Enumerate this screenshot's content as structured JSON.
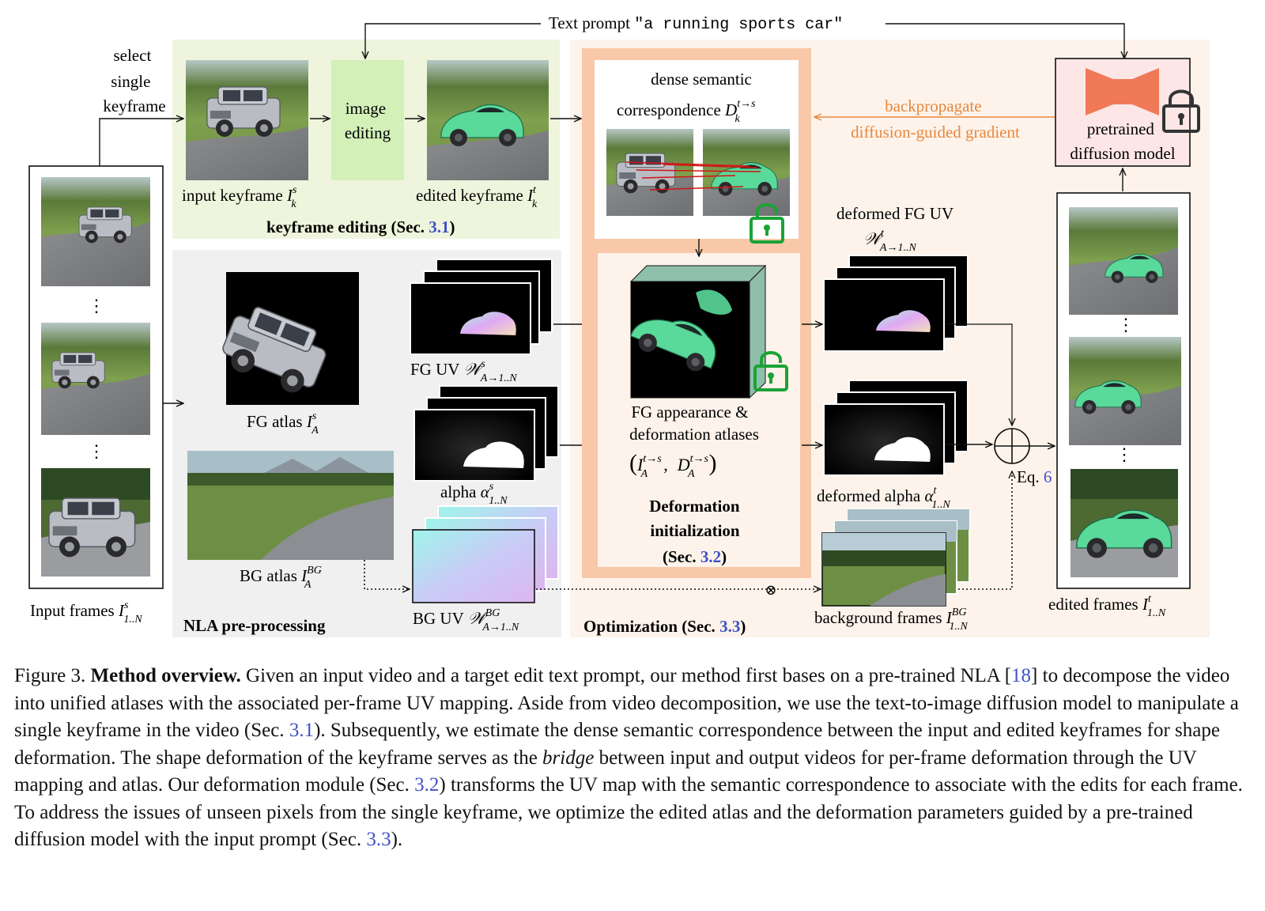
{
  "figure": {
    "top_prompt": {
      "prefix": "Text prompt ",
      "quote": "\"a running sports car\""
    },
    "select_keyframe": [
      "select",
      "single",
      "keyframe"
    ],
    "input_keyframe": {
      "text": "input keyframe ",
      "math": "I",
      "sup": "s",
      "sub": "k"
    },
    "image_editing": [
      "image",
      "editing"
    ],
    "edited_keyframe": {
      "text": "edited keyframe ",
      "math": "I",
      "sup": "t",
      "sub": "k"
    },
    "keyframe_editing": {
      "text": "keyframe editing (Sec. ",
      "ref": "3.1",
      "close": ")"
    },
    "input_frames": {
      "text": "Input frames ",
      "math": "I",
      "sup": "s",
      "sub": "1..N"
    },
    "ellipsis": "⋮",
    "fg_atlas": {
      "text": "FG atlas ",
      "math": "I",
      "sup": "s",
      "sub": "A"
    },
    "bg_atlas": {
      "text": "BG atlas ",
      "math": "I",
      "sup": "BG",
      "sub": "A"
    },
    "fg_uv": {
      "text": "FG UV ",
      "math": "𝒲",
      "sup": "s",
      "sub": "A→1..N"
    },
    "alpha": {
      "text": "alpha ",
      "math": "α",
      "sup": "s",
      "sub": "1..N"
    },
    "bg_uv": {
      "text": "BG UV ",
      "math": "𝒲",
      "sup": "BG",
      "sub": "A→1..N"
    },
    "nla_preprocessing": "NLA pre-processing",
    "dense_corr": {
      "line1": "dense semantic",
      "line2": "correspondence ",
      "math": "D",
      "sup": "t→s",
      "sub": "k"
    },
    "backprop": [
      "backpropagate",
      "diffusion-guided gradient"
    ],
    "pretrained": [
      "pretrained",
      "diffusion model"
    ],
    "fg_appearance": [
      "FG appearance &",
      "deformation atlases"
    ],
    "atlases_math": {
      "i": "I",
      "i_sup": "t→s",
      "i_sub": "A",
      "d": "D",
      "d_sup": "t→s",
      "d_sub": "A"
    },
    "deformation_init": {
      "line1": "Deformation",
      "line2": "initialization",
      "line3": "(Sec. ",
      "ref": "3.2",
      "close": ")"
    },
    "deformed_fg_uv": {
      "text": "deformed FG UV",
      "math": "𝒲",
      "sup": "t",
      "sub": "A→1..N"
    },
    "deformed_alpha": {
      "text": "deformed alpha ",
      "math": "α",
      "sup": "t",
      "sub": "1..N"
    },
    "background_frames": {
      "text": "background frames ",
      "math": "I",
      "sup": "BG",
      "sub": "1..N"
    },
    "eq": {
      "text": "Eq. ",
      "ref": "6"
    },
    "optimization": {
      "text": "Optimization (Sec. ",
      "ref": "3.3",
      "close": ")"
    },
    "edited_frames": {
      "text": "edited frames ",
      "math": "I",
      "sup": "t",
      "sub": "1..N"
    },
    "otimes": "⊗"
  },
  "caption": {
    "label": "Figure 3.",
    "title": "Method overview.",
    "t1": " Given an input video and a target edit text prompt, our method first bases on a pre-trained NLA [",
    "ref18": "18",
    "t2": "] to decompose the video into unified atlases with the associated per-frame UV mapping. Aside from video decomposition, we use the text-to-image diffusion model to manipulate a single keyframe in the video (Sec. ",
    "ref31": "3.1",
    "t3": "). Subsequently, we estimate the dense semantic correspondence between the input and edited keyframes for shape deformation. The shape deformation of the keyframe serves as the ",
    "bridge": "bridge",
    "t4": " between input and output videos for per-frame deformation through the UV mapping and atlas. Our deformation module (Sec. ",
    "ref32": "3.2",
    "t5": ") transforms the UV map with the semantic correspondence to associate with the edits for each frame. To address the issues of unseen pixels from the single keyframe, we optimize the edited atlas and the deformation parameters guided by a pre-trained diffusion model with the input prompt (Sec. ",
    "ref33": "3.3",
    "t6": ")."
  },
  "colors": {
    "keyframe_bg": "#eef5dc",
    "editing_box": "#d2f0b8",
    "nla_bg": "#f0f0f0",
    "opt_bg": "#fdf3ea",
    "orange_frame": "#f8c8a8",
    "diffusion_pink": "#fde6e6",
    "diffusion_orange": "#f07a58",
    "backprop_text": "#e8873c",
    "link_blue": "#3f51c7",
    "lock_green": "#1aa335",
    "car_green": "#59d99a",
    "bgUV_gradient": [
      "#9ff5ea",
      "#c8ccf6",
      "#dcb6f0"
    ]
  }
}
